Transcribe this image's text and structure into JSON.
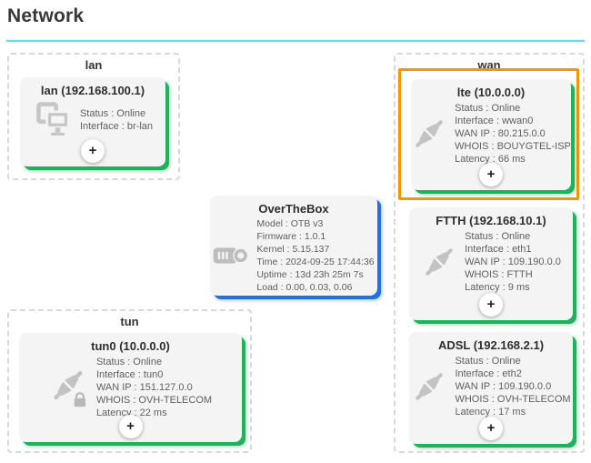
{
  "header": {
    "title": "Network"
  },
  "colors": {
    "accent_line": "#76d4e8",
    "status_green": "#1fb15c",
    "status_blue": "#2270e3",
    "highlight_orange": "#fb9403",
    "card_bg": "#f4f4f4"
  },
  "groups": {
    "lan": {
      "label": "lan"
    },
    "wan": {
      "label": "wan"
    },
    "tun": {
      "label": "tun"
    }
  },
  "cards": {
    "lan": {
      "title": "lan (192.168.100.1)",
      "icon": "computers-network-icon",
      "details": [
        "Status : Online",
        "Interface : br-lan"
      ],
      "add_button": "+"
    },
    "lte": {
      "title": "lte (10.0.0.0)",
      "icon": "plug-connector-icon",
      "highlighted": true,
      "details": [
        "Status : Online",
        "Interface : wwan0",
        "WAN IP : 80.215.0.0",
        "WHOIS : BOUYGTEL-ISP",
        "Latency : 66 ms"
      ],
      "add_button": "+"
    },
    "ftth": {
      "title": "FTTH (192.168.10.1)",
      "icon": "plug-connector-icon",
      "details": [
        "Status : Online",
        "Interface : eth1",
        "WAN IP : 109.190.0.0",
        "WHOIS : FTTH",
        "Latency : 9 ms"
      ],
      "add_button": "+"
    },
    "adsl": {
      "title": "ADSL (192.168.2.1)",
      "icon": "plug-connector-icon",
      "details": [
        "Status : Online",
        "Interface : eth2",
        "WAN IP : 109.190.0.0",
        "WHOIS : OVH-TELECOM",
        "Latency : 17 ms"
      ],
      "add_button": "+"
    },
    "otb": {
      "title": "OverTheBox",
      "icon": "router-box-icon",
      "details": [
        "Model : OTB v3",
        "Firmware : 1.0.1",
        "Kernel : 5.15.137",
        "Time : 2024-09-25 17:44:36",
        "Uptime : 13d 23h 25m 7s",
        "Load : 0.00, 0.03, 0.06"
      ]
    },
    "tun0": {
      "title": "tun0 (10.0.0.0)",
      "icon": "plug-lock-icon",
      "details": [
        "Status : Online",
        "Interface : tun0",
        "WAN IP : 151.127.0.0",
        "WHOIS : OVH-TELECOM",
        "Latency : 22 ms"
      ],
      "add_button": "+"
    }
  }
}
